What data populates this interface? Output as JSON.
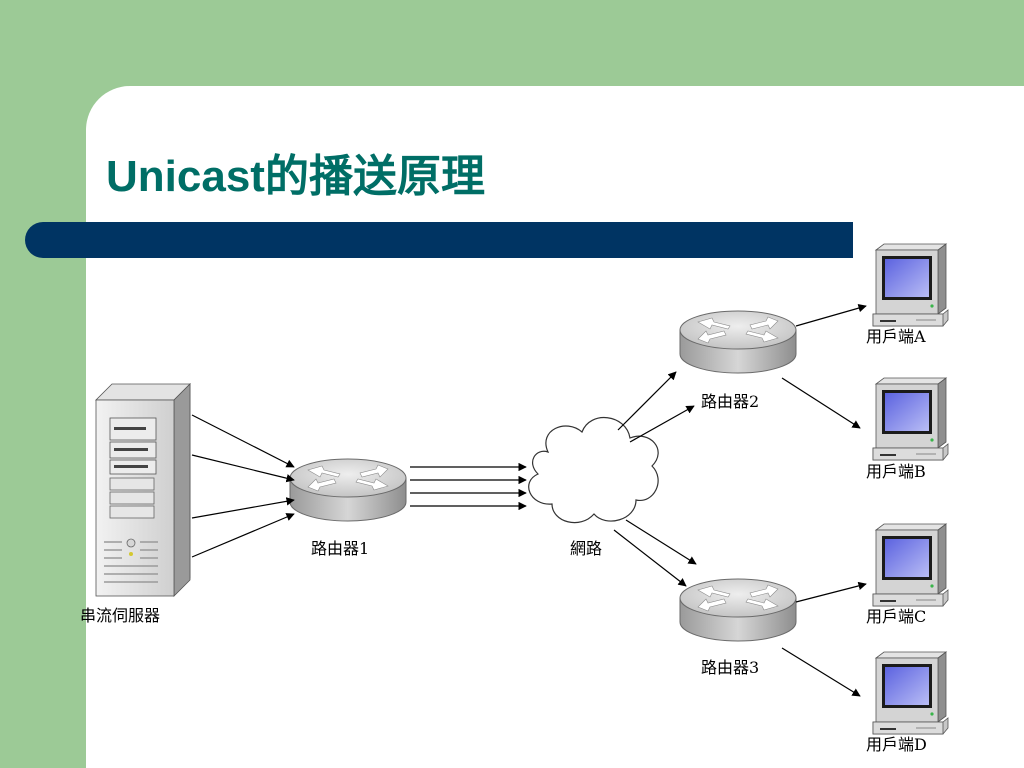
{
  "slide": {
    "title": "Unicast的播送原理"
  },
  "diagram": {
    "server_label": "串流伺服器",
    "router1_label": "路由器1",
    "network_label": "網路",
    "router2_label": "路由器2",
    "router3_label": "路由器3",
    "clients": [
      {
        "label": "用戶端A"
      },
      {
        "label": "用戶端B"
      },
      {
        "label": "用戶端C"
      },
      {
        "label": "用戶端D"
      }
    ]
  },
  "colors": {
    "side_panel": "#9cca96",
    "title_text": "#006e66",
    "title_bar": "#003463",
    "monitor_screen": "#7f84e8"
  }
}
